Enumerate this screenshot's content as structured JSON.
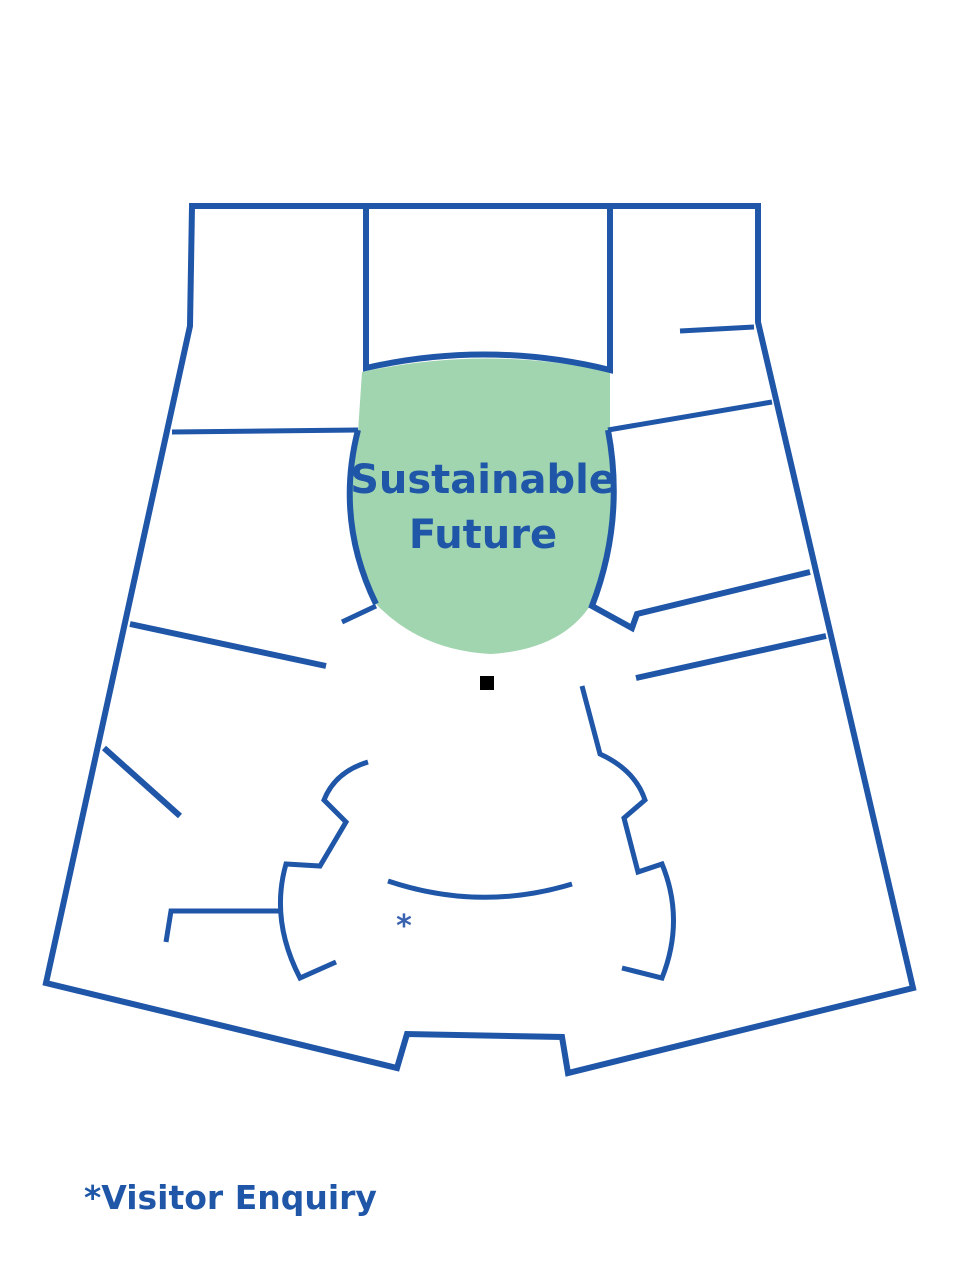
{
  "map": {
    "zones": [
      {
        "name": "Sustainable Future",
        "lines": [
          "Sustainable",
          "Future"
        ],
        "color": "#a1d5b0",
        "highlighted": true
      }
    ],
    "markers": [
      {
        "symbol": "*",
        "meaning": "Visitor Enquiry"
      }
    ],
    "wall_color": "#1f56a8"
  },
  "legend": {
    "text": "*Visitor Enquiry"
  }
}
